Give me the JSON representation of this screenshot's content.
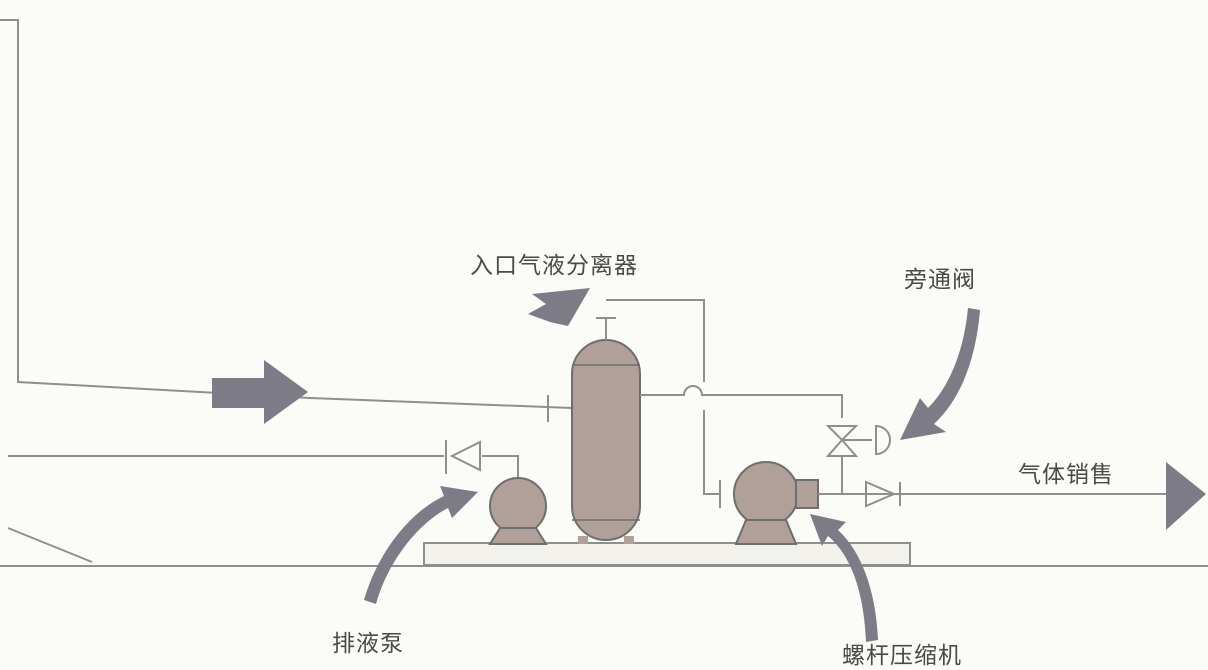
{
  "diagram": {
    "labels": {
      "inlet_separator": "入口气液分离器",
      "bypass_valve": "旁通阀",
      "gas_sales": "气体销售",
      "drain_pump": "排液泵",
      "screw_compressor": "螺杆压缩机"
    },
    "colors": {
      "pipe": "#8f8f8f",
      "equipment": "#b19f9a",
      "arrow": "#7d7c86",
      "background": "#fbfbf8",
      "text": "#4a4a4a"
    }
  }
}
